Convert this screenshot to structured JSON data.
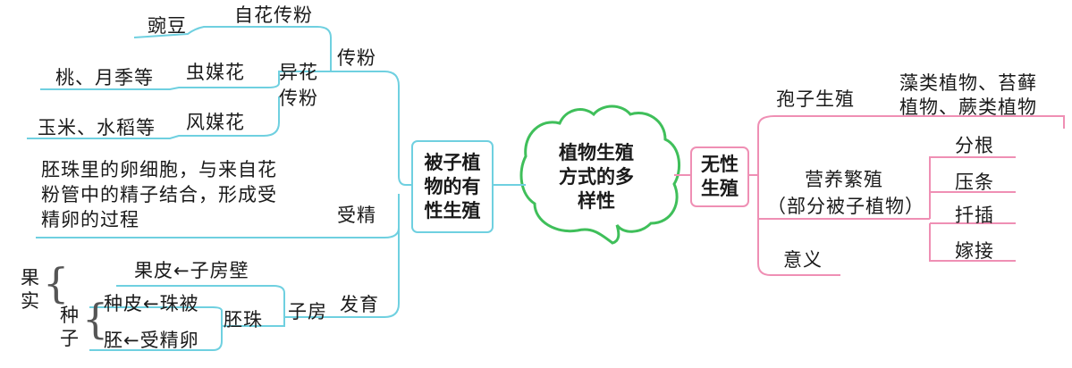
{
  "center": {
    "line1": "植物生殖",
    "line2": "方式的多",
    "line3": "样性"
  },
  "left": {
    "root": {
      "line1": "被子植",
      "line2": "物的有",
      "line3": "性生殖"
    },
    "pollination": {
      "label": "传粉",
      "self": {
        "label": "自花传粉",
        "example": "豌豆"
      },
      "cross": {
        "line1": "异花",
        "line2": "传粉",
        "insect": {
          "label": "虫媒花",
          "example": "桃、月季等"
        },
        "wind": {
          "label": "风媒花",
          "example": "玉米、水稻等"
        }
      }
    },
    "fertilization": {
      "label": "受精",
      "line1": "胚珠里的卵细胞，与来自花",
      "line2": "粉管中的精子结合，形成受",
      "line3": "精卵的过程"
    },
    "development": {
      "label": "发育",
      "ovary": "子房",
      "pericarp": "果皮←子房壁",
      "ovule": "胚珠",
      "seedcoat": "种皮←珠被",
      "embryo": "胚←受精卵",
      "fruit_label": "果实",
      "seed_label": "种子"
    }
  },
  "right": {
    "root": {
      "line1": "无性",
      "line2": "生殖"
    },
    "spore": {
      "label": "孢子生殖",
      "line1": "藻类植物、苔藓",
      "line2": "植物、蕨类植物"
    },
    "vegetative": {
      "line1": "营养繁殖",
      "line2": "（部分被子植物）",
      "items": [
        "分根",
        "压条",
        "扦插",
        "嫁接"
      ]
    },
    "meaning": "意义"
  },
  "colors": {
    "cyan": "#6fd0e0",
    "pink": "#ef8fb4",
    "green": "#3fbf5a"
  }
}
